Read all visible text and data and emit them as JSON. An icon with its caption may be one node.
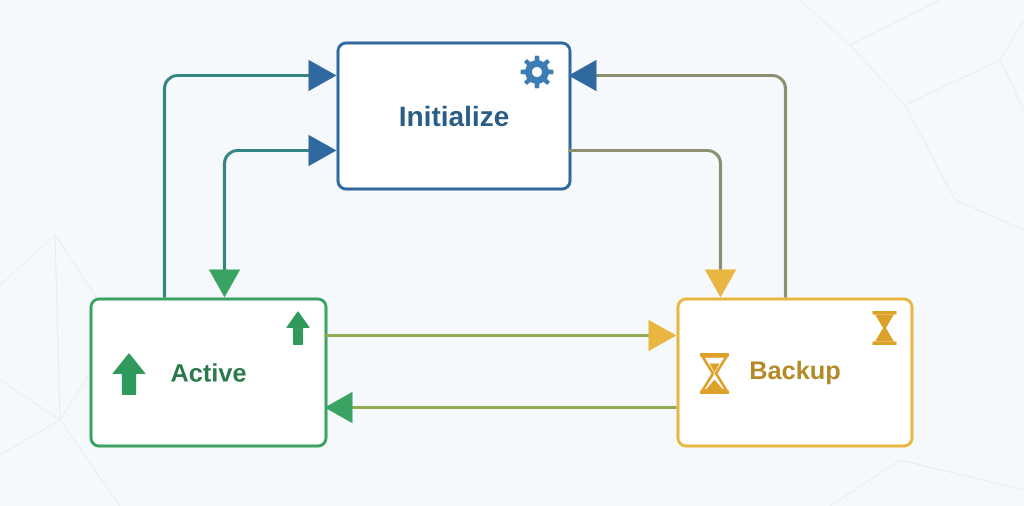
{
  "diagram": {
    "nodes": [
      {
        "text": [
          "Initialize"
        ]
      },
      {
        "text": [
          "Active"
        ]
      },
      {
        "text": [
          "Backup"
        ]
      }
    ],
    "edges": [
      {
        "from": 1,
        "to": 0,
        "arrow": "to"
      },
      {
        "from": 1,
        "to": 0,
        "arrow": "both"
      },
      {
        "from": 0,
        "to": 2,
        "arrow": "to"
      },
      {
        "from": 2,
        "to": 0,
        "arrow": "to"
      },
      {
        "from": 1,
        "to": 2,
        "arrow": "to",
        "color": "#91ac52"
      },
      {
        "from": 2,
        "to": 1,
        "arrow": "to",
        "color": "#91ac52"
      }
    ]
  }
}
